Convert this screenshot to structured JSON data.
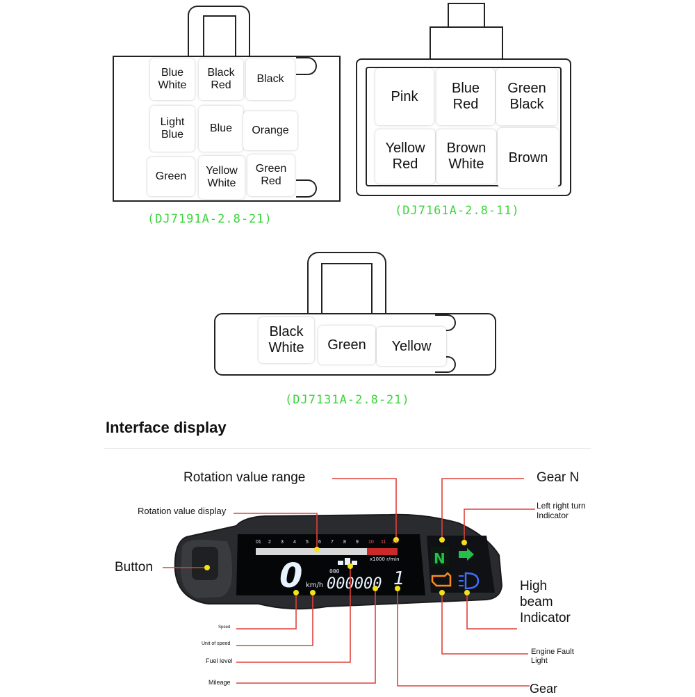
{
  "connector1": {
    "code": "(DJ7191A-2.8-21)",
    "pins": [
      "Blue\nWhite",
      "Black\nRed",
      "Black",
      "Light\nBlue",
      "Blue",
      "Orange",
      "Green",
      "Yellow\nWhite",
      "Green\nRed"
    ]
  },
  "connector2": {
    "code": "(DJ7161A-2.8-11)",
    "pins": [
      "Pink",
      "Blue\nRed",
      "Green\nBlack",
      "Yellow\nRed",
      "Brown\nWhite",
      "Brown"
    ]
  },
  "connector3": {
    "code": "(DJ7131A-2.8-21)",
    "pins": [
      "Black\nWhite",
      "Green",
      "Yellow"
    ]
  },
  "interface": {
    "heading": "Interface display",
    "labels": {
      "rotation_range": "Rotation value range",
      "rotation_display": "Rotation value display",
      "button": "Button",
      "gear_n": "Gear N",
      "turn_indicator": "Left right turn\nIndicator",
      "high_beam": "High\nbeam\nIndicator",
      "engine_fault": "Engine Fault\nLight",
      "gear": "Gear",
      "speed": "Speed",
      "unit_of_speed": "Unit of speed",
      "fuel_level": "Fuel level",
      "mileage": "Mileage"
    },
    "display": {
      "tach_numbers": [
        "01",
        "2",
        "3",
        "4",
        "5",
        "6",
        "7",
        "8",
        "9",
        "10",
        "11",
        "12"
      ],
      "rpm_unit": "x1000 r/min",
      "speed_value": "0",
      "speed_unit": "km/h",
      "odo_small": "000",
      "odometer": "000000",
      "gear_value": "1",
      "neutral": "N"
    }
  },
  "colors": {
    "code_green": "#3bd43b",
    "leader_red": "#e0403a",
    "dot_yellow": "#f3e21a",
    "neutral_green": "#22c24a",
    "fault_orange": "#ff8a1e",
    "beam_blue": "#3f6fff"
  }
}
